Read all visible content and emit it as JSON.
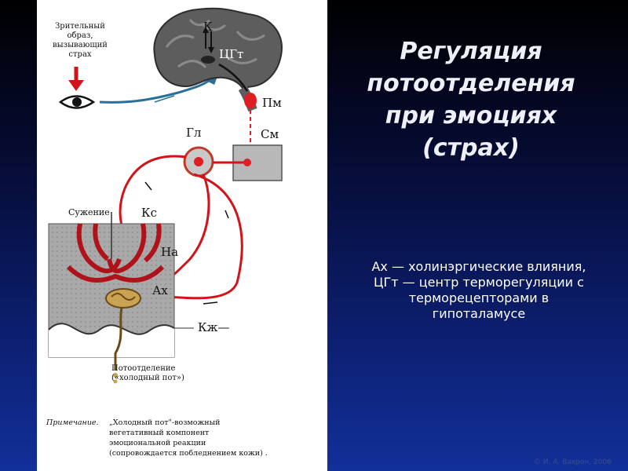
{
  "title": "Регуляция\nпотоотделения\nпри эмоциях\n(страх)",
  "description": "Ах — холинэргические влияния, ЦГт — центр терморегуляции с терморецепторами в гипоталамусе",
  "copyright": "© И. А. Вахрон, 2006",
  "diagram": {
    "stimulus_label": "Зрительный\nобраз,\nвызывающий\nстрах",
    "k": "К",
    "cgt": "ЦГт",
    "pm": "Пм",
    "gl": "Гл",
    "sm": "См",
    "narrowing": "Сужение",
    "ks": "Кс",
    "na": "На",
    "ax": "Ах",
    "kzh": "Кж—",
    "sweating": "Потоотделение\n(«холодный пот»)",
    "note_head": "Примечание.",
    "note_text": "„Холодный пот\"-возможный\nвегетативный компонент\nэмоциональной реакции\n(сопровождается побледнением кожи) ."
  }
}
